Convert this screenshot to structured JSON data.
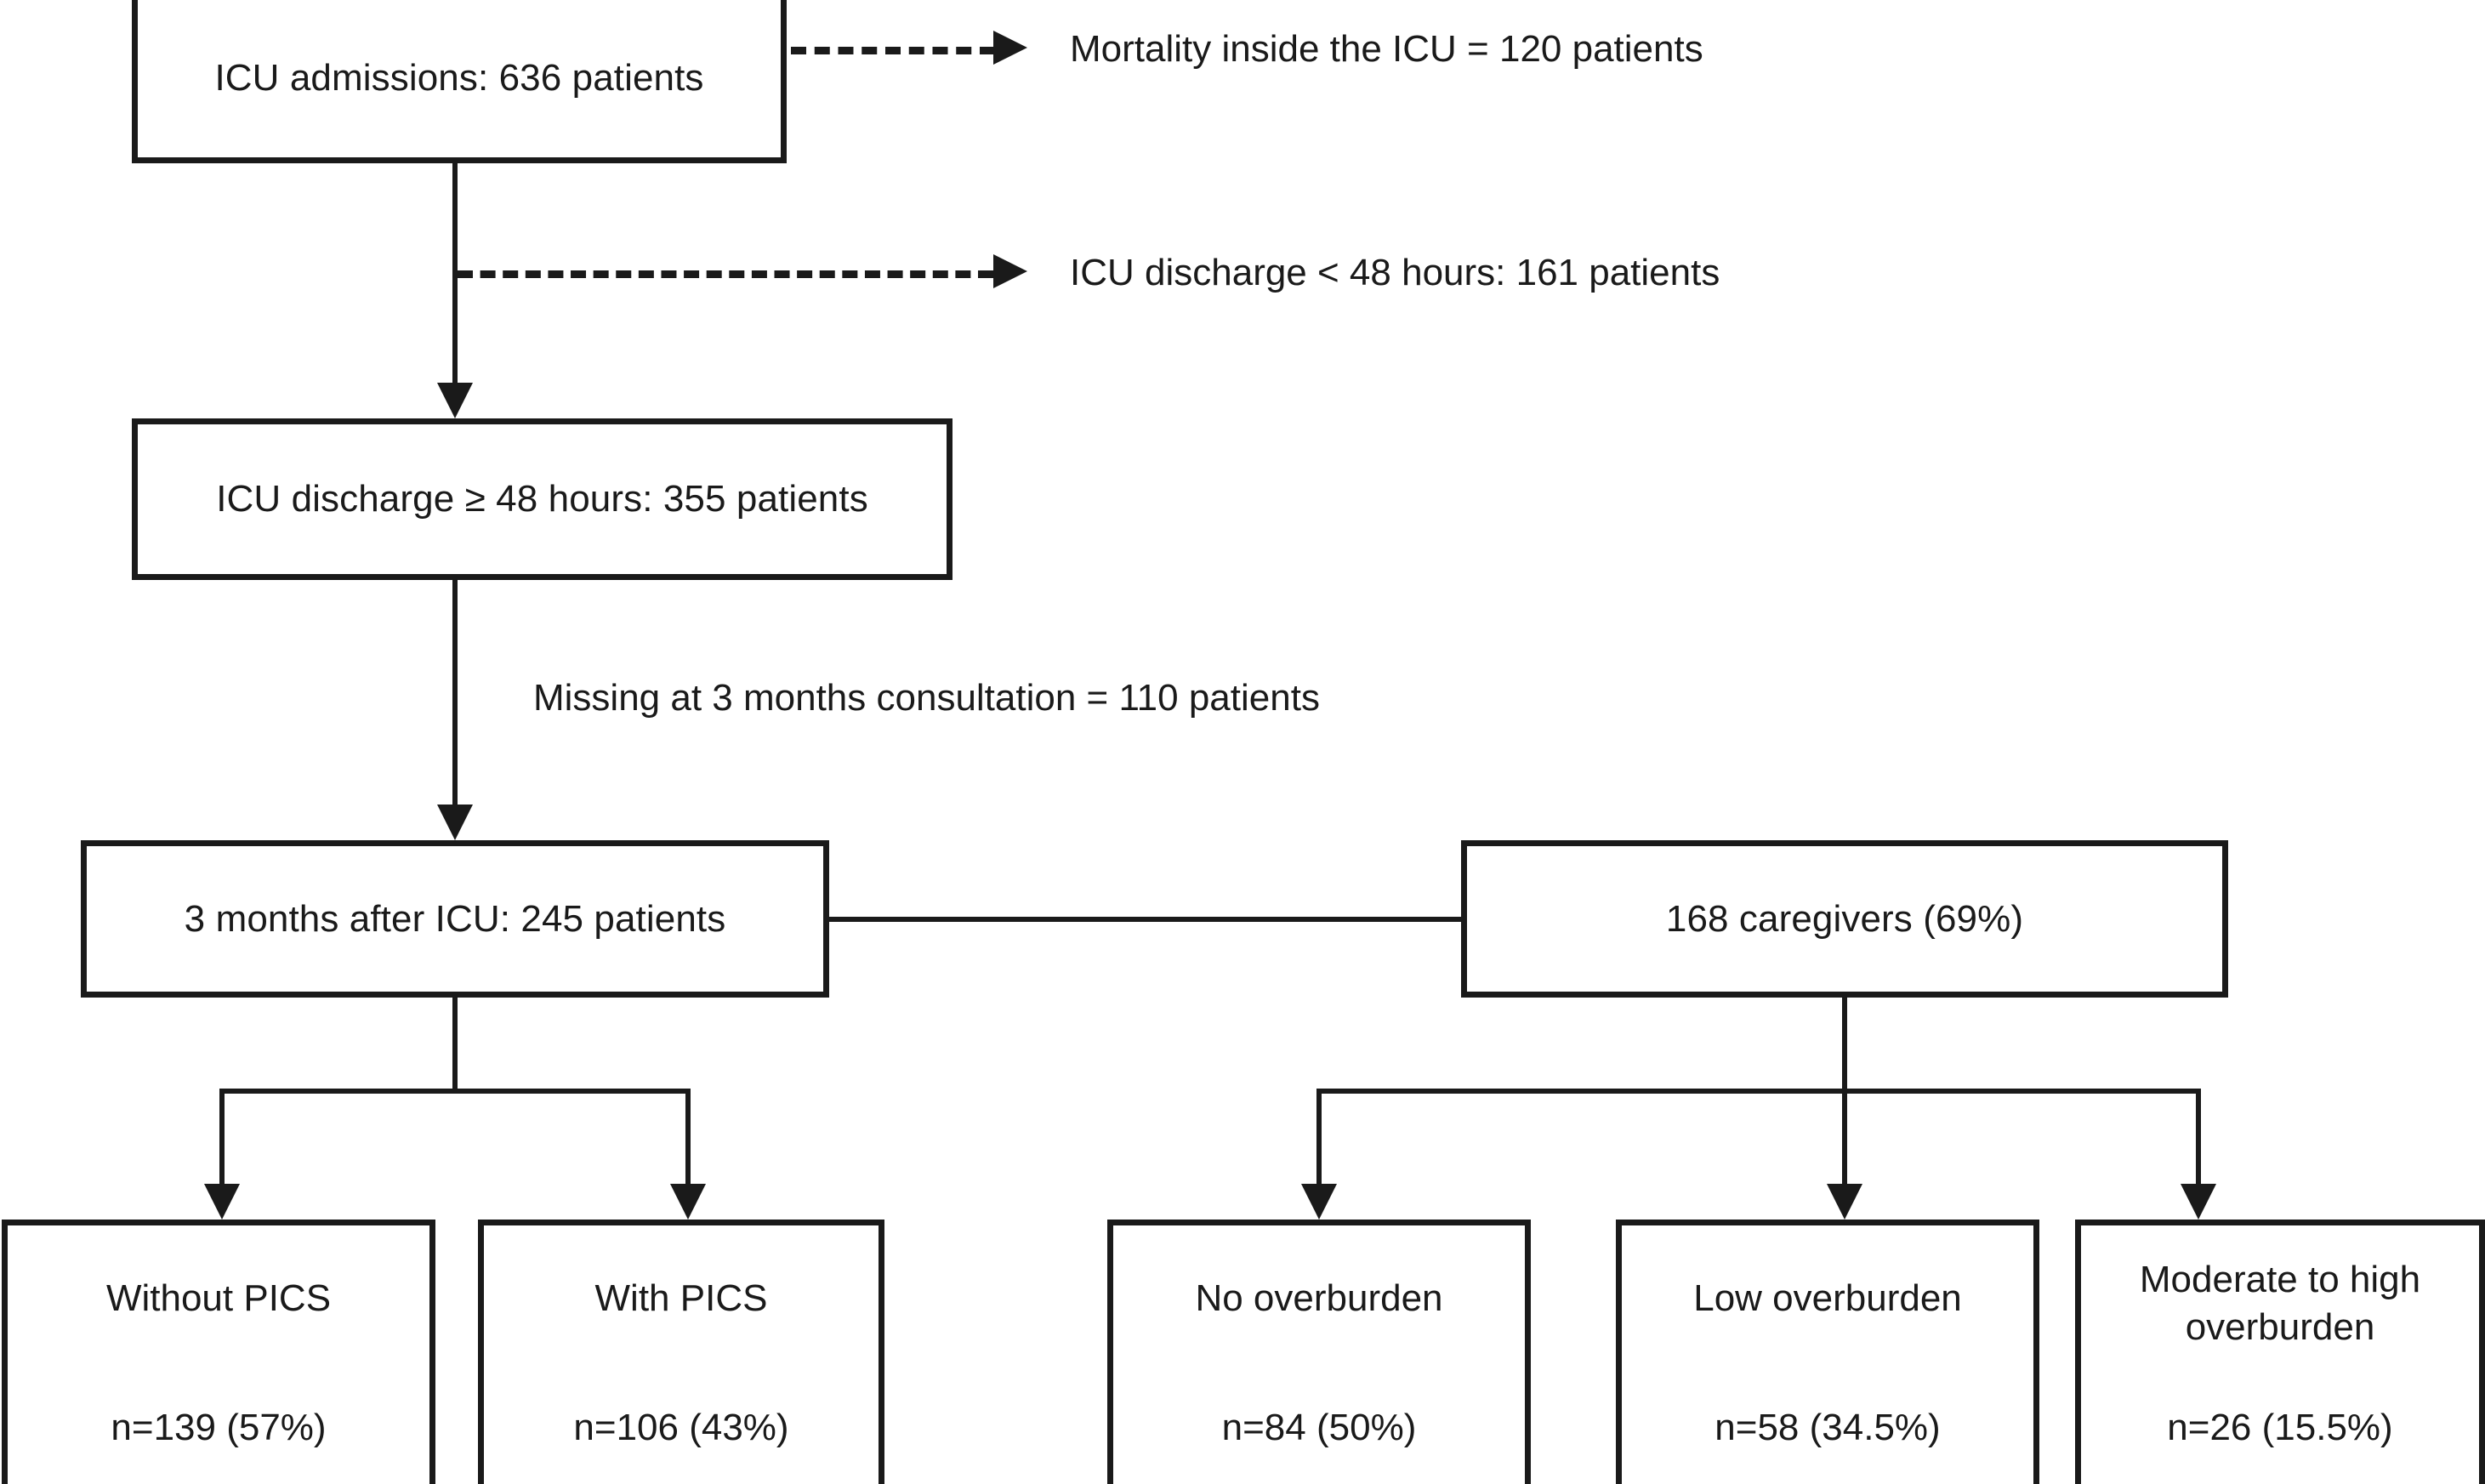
{
  "diagram": {
    "type": "flowchart",
    "title": "ICU patient and caregiver study flow",
    "colors": {
      "stroke": "#1a1a1a",
      "fill": "#ffffff",
      "text": "#1a1a1a"
    },
    "nodes": {
      "icu_admissions": {
        "label": "ICU admissions: 636 patients"
      },
      "icu_discharge_ge48": {
        "label": "ICU discharge ≥ 48 hours: 355 patients"
      },
      "three_months_after": {
        "label": "3 months after ICU: 245 patients"
      },
      "caregivers": {
        "label": "168 caregivers (69%)"
      },
      "without_pics": {
        "title": "Without PICS",
        "count": "n=139 (57%)"
      },
      "with_pics": {
        "title": "With PICS",
        "count": "n=106 (43%)"
      },
      "no_overburden": {
        "title": "No overburden",
        "count": "n=84 (50%)"
      },
      "low_overburden": {
        "title": "Low overburden",
        "count": "n=58 (34.5%)"
      },
      "moderate_high_overburden": {
        "title": "Moderate to high overburden",
        "count": "n=26 (15.5%)"
      }
    },
    "exclusions": {
      "mortality": "Mortality inside the ICU = 120 patients",
      "discharge_lt48": "ICU discharge < 48 hours: 161 patients",
      "missing_consultation": "Missing at 3 months consultation = 110 patients"
    }
  }
}
